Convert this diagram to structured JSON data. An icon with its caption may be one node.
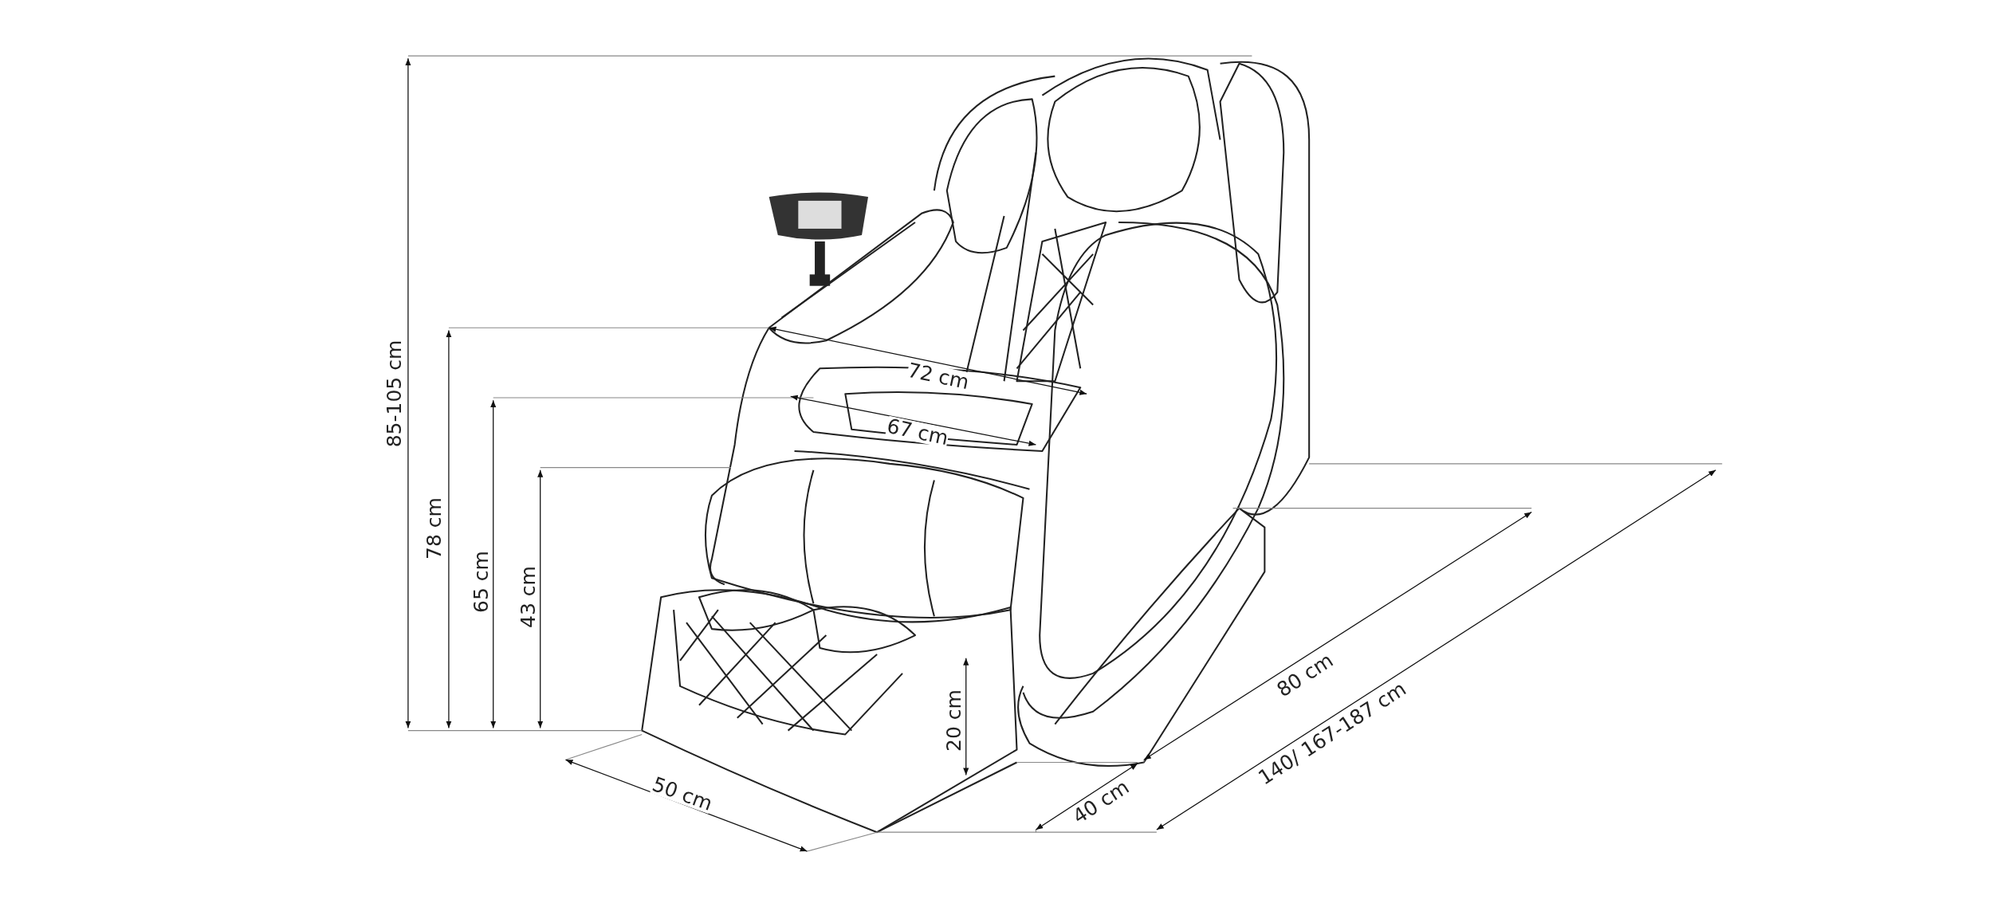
{
  "diagram": {
    "labels": [
      "85-105 cm",
      "78 cm",
      "65 cm",
      "43 cm",
      "72 cm",
      "67 cm",
      "20 cm",
      "50 cm",
      "40 cm",
      "80 cm",
      "140/ 167-187 cm"
    ]
  }
}
